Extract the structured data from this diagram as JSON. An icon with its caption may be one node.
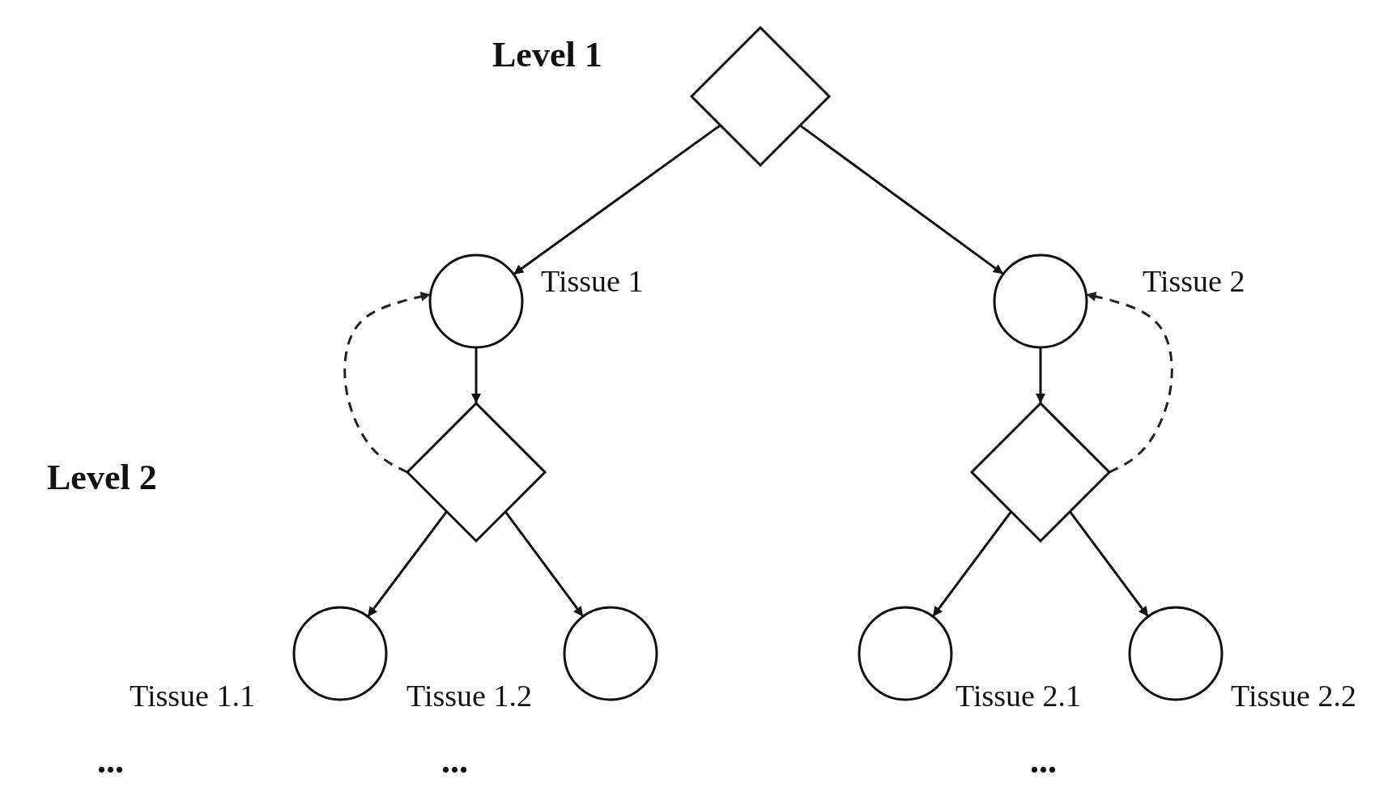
{
  "diagram": {
    "nodes": [
      {
        "text": [],
        "shape": "diamond"
      },
      {
        "text": [],
        "shape": "circle",
        "beside": [
          "Tissue 1"
        ]
      },
      {
        "text": [],
        "shape": "circle",
        "beside": [
          "Tissue 2"
        ]
      },
      {
        "text": [],
        "shape": "diamond"
      },
      {
        "text": [],
        "shape": "diamond"
      },
      {
        "text": [],
        "shape": "circle",
        "beside": [
          "Tissue 1.1"
        ]
      },
      {
        "text": [],
        "shape": "circle",
        "beside": [
          "Tissue 1.2"
        ]
      },
      {
        "text": [],
        "shape": "circle",
        "beside": [
          "Tissue 2.1"
        ]
      },
      {
        "text": [],
        "shape": "circle",
        "beside": [
          "Tissue 2.2"
        ]
      }
    ],
    "edges": [
      {
        "from": 0,
        "to": 1,
        "arrow": "to"
      },
      {
        "from": 0,
        "to": 2,
        "arrow": "to"
      },
      {
        "from": 1,
        "to": 3,
        "arrow": "to"
      },
      {
        "from": 2,
        "to": 4,
        "arrow": "to"
      },
      {
        "from": 3,
        "to": 1,
        "arrow": "to",
        "style": "dashed"
      },
      {
        "from": 4,
        "to": 2,
        "arrow": "to",
        "style": "dashed"
      },
      {
        "from": 3,
        "to": 5,
        "arrow": "to"
      },
      {
        "from": 3,
        "to": 6,
        "arrow": "to"
      },
      {
        "from": 4,
        "to": 7,
        "arrow": "to"
      },
      {
        "from": 4,
        "to": 8,
        "arrow": "to"
      }
    ],
    "labels": [
      "Level 1",
      "Level 2",
      "...",
      "...",
      "..."
    ]
  }
}
